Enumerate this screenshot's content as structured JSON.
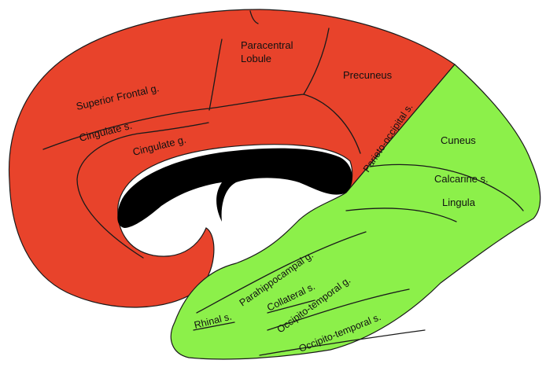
{
  "colors": {
    "frontal_parietal_region": "#e8432b",
    "occipital_temporal_region": "#8cf04a",
    "corpus_callosum": "#000000",
    "outline": "#1a1a1a",
    "background": "#ffffff"
  },
  "labels": {
    "superior_frontal_g": "Superior Frontal g.",
    "paracentral_line1": "Paracentral",
    "paracentral_line2": "Lobule",
    "precuneus": "Precuneus",
    "cingulate_s": "Cingulate s.",
    "cingulate_g": "Cingulate g.",
    "parieto_occipital_s": "Parieto-occipital s.",
    "cuneus": "Cuneus",
    "calcarine_s": "Calcarine s.",
    "lingula": "Lingula",
    "parahippocampal_g": "Parahippocampal g.",
    "rhinal_s": "Rhinal s.",
    "collateral_s": "Collateral s.",
    "occipito_temporal_g": "Occipito-temporal g.",
    "occipito_temporal_s": "Occipito-temporal s."
  }
}
